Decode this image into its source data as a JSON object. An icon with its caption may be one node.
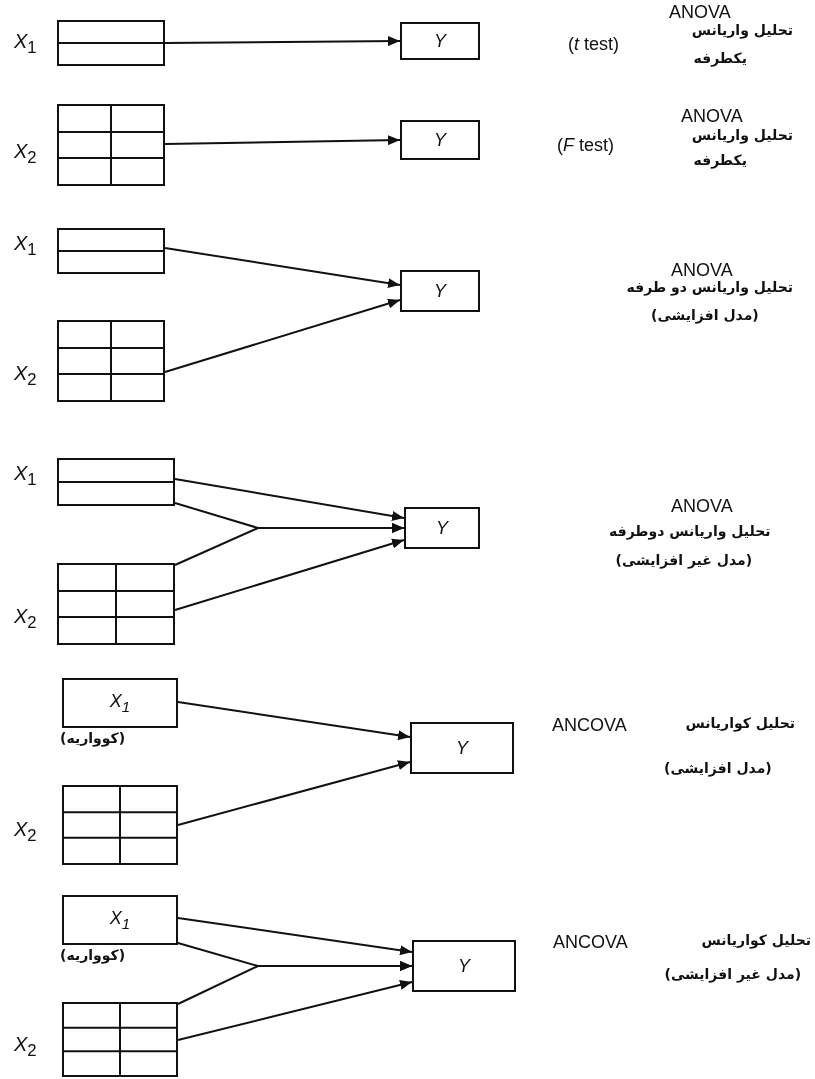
{
  "diagram": {
    "nodes": [
      {
        "text": [],
        "shape": "box",
        "beside": [
          "*X*$_{1}$"
        ]
      },
      {
        "text": [
          "Y"
        ]
      },
      {
        "text": [],
        "shape": "box",
        "beside": [
          "*X*$_{2}$"
        ]
      },
      {
        "text": [
          "Y"
        ]
      },
      {
        "text": [],
        "shape": "box",
        "beside": [
          "*X*$_{1}$"
        ]
      },
      {
        "text": [
          "Y"
        ]
      },
      {
        "text": [],
        "shape": "box",
        "beside": [
          "*X*$_{2}$"
        ]
      },
      {
        "text": [],
        "shape": "box",
        "beside": [
          "*X*$_{1}$"
        ]
      },
      {
        "text": [
          "Y"
        ]
      },
      {
        "text": [],
        "shape": "box",
        "beside": [
          "*X*$_{2}$"
        ]
      },
      {
        "text": [
          "X$_{1}$"
        ],
        "beside": [
          "(کوواریه)"
        ]
      },
      {
        "text": [
          "Y"
        ]
      },
      {
        "text": [],
        "shape": "box",
        "beside": [
          "*X*$_{2}$"
        ]
      },
      {
        "text": [
          "X$_{1}$"
        ],
        "beside": [
          "(کوواریه)"
        ]
      },
      {
        "text": [
          "Y"
        ]
      },
      {
        "text": [],
        "shape": "box",
        "beside": [
          "*X*$_{2}$"
        ]
      }
    ],
    "edges": [
      {
        "from": 0,
        "to": 1,
        "arrow": "to"
      },
      {
        "from": 2,
        "to": 3,
        "arrow": "to"
      },
      {
        "from": 4,
        "to": 5,
        "arrow": "to"
      },
      {
        "from": 6,
        "to": 5,
        "arrow": "to"
      },
      {
        "from": 7,
        "to": 8,
        "arrow": "to"
      },
      {
        "from": 7,
        "to": 8,
        "arrow": "to"
      },
      {
        "from": 9,
        "to": 8,
        "arrow": "to"
      },
      {
        "from": 9,
        "to": 8,
        "arrow": "to"
      },
      {
        "from": 10,
        "to": 11,
        "arrow": "to"
      },
      {
        "from": 12,
        "to": 11,
        "arrow": "to"
      },
      {
        "from": 13,
        "to": 14,
        "arrow": "to"
      },
      {
        "from": 13,
        "to": 14,
        "arrow": "to"
      },
      {
        "from": 15,
        "to": 14,
        "arrow": "to"
      },
      {
        "from": 15,
        "to": 14,
        "arrow": "to"
      }
    ],
    "labels": [
      "ANOVA",
      "تحلیل واریانس",
      "(*t* test)",
      "یکطرفه",
      "ANOVA",
      "تحلیل واریانس",
      "(*F* test)",
      "یکطرفه",
      "ANOVA",
      "تحلیل واریانس دو طرفه",
      "(مدل افزایشی)",
      "ANOVA",
      "تحلیل واریانس دوطرفه",
      "(مدل غیر افزایشی)",
      "تحلیل کواریانس",
      "ANCOVA",
      "(مدل افزایشی)",
      "تحلیل کواریانس",
      "ANCOVA",
      "(مدل غیر افزایشی)"
    ]
  }
}
